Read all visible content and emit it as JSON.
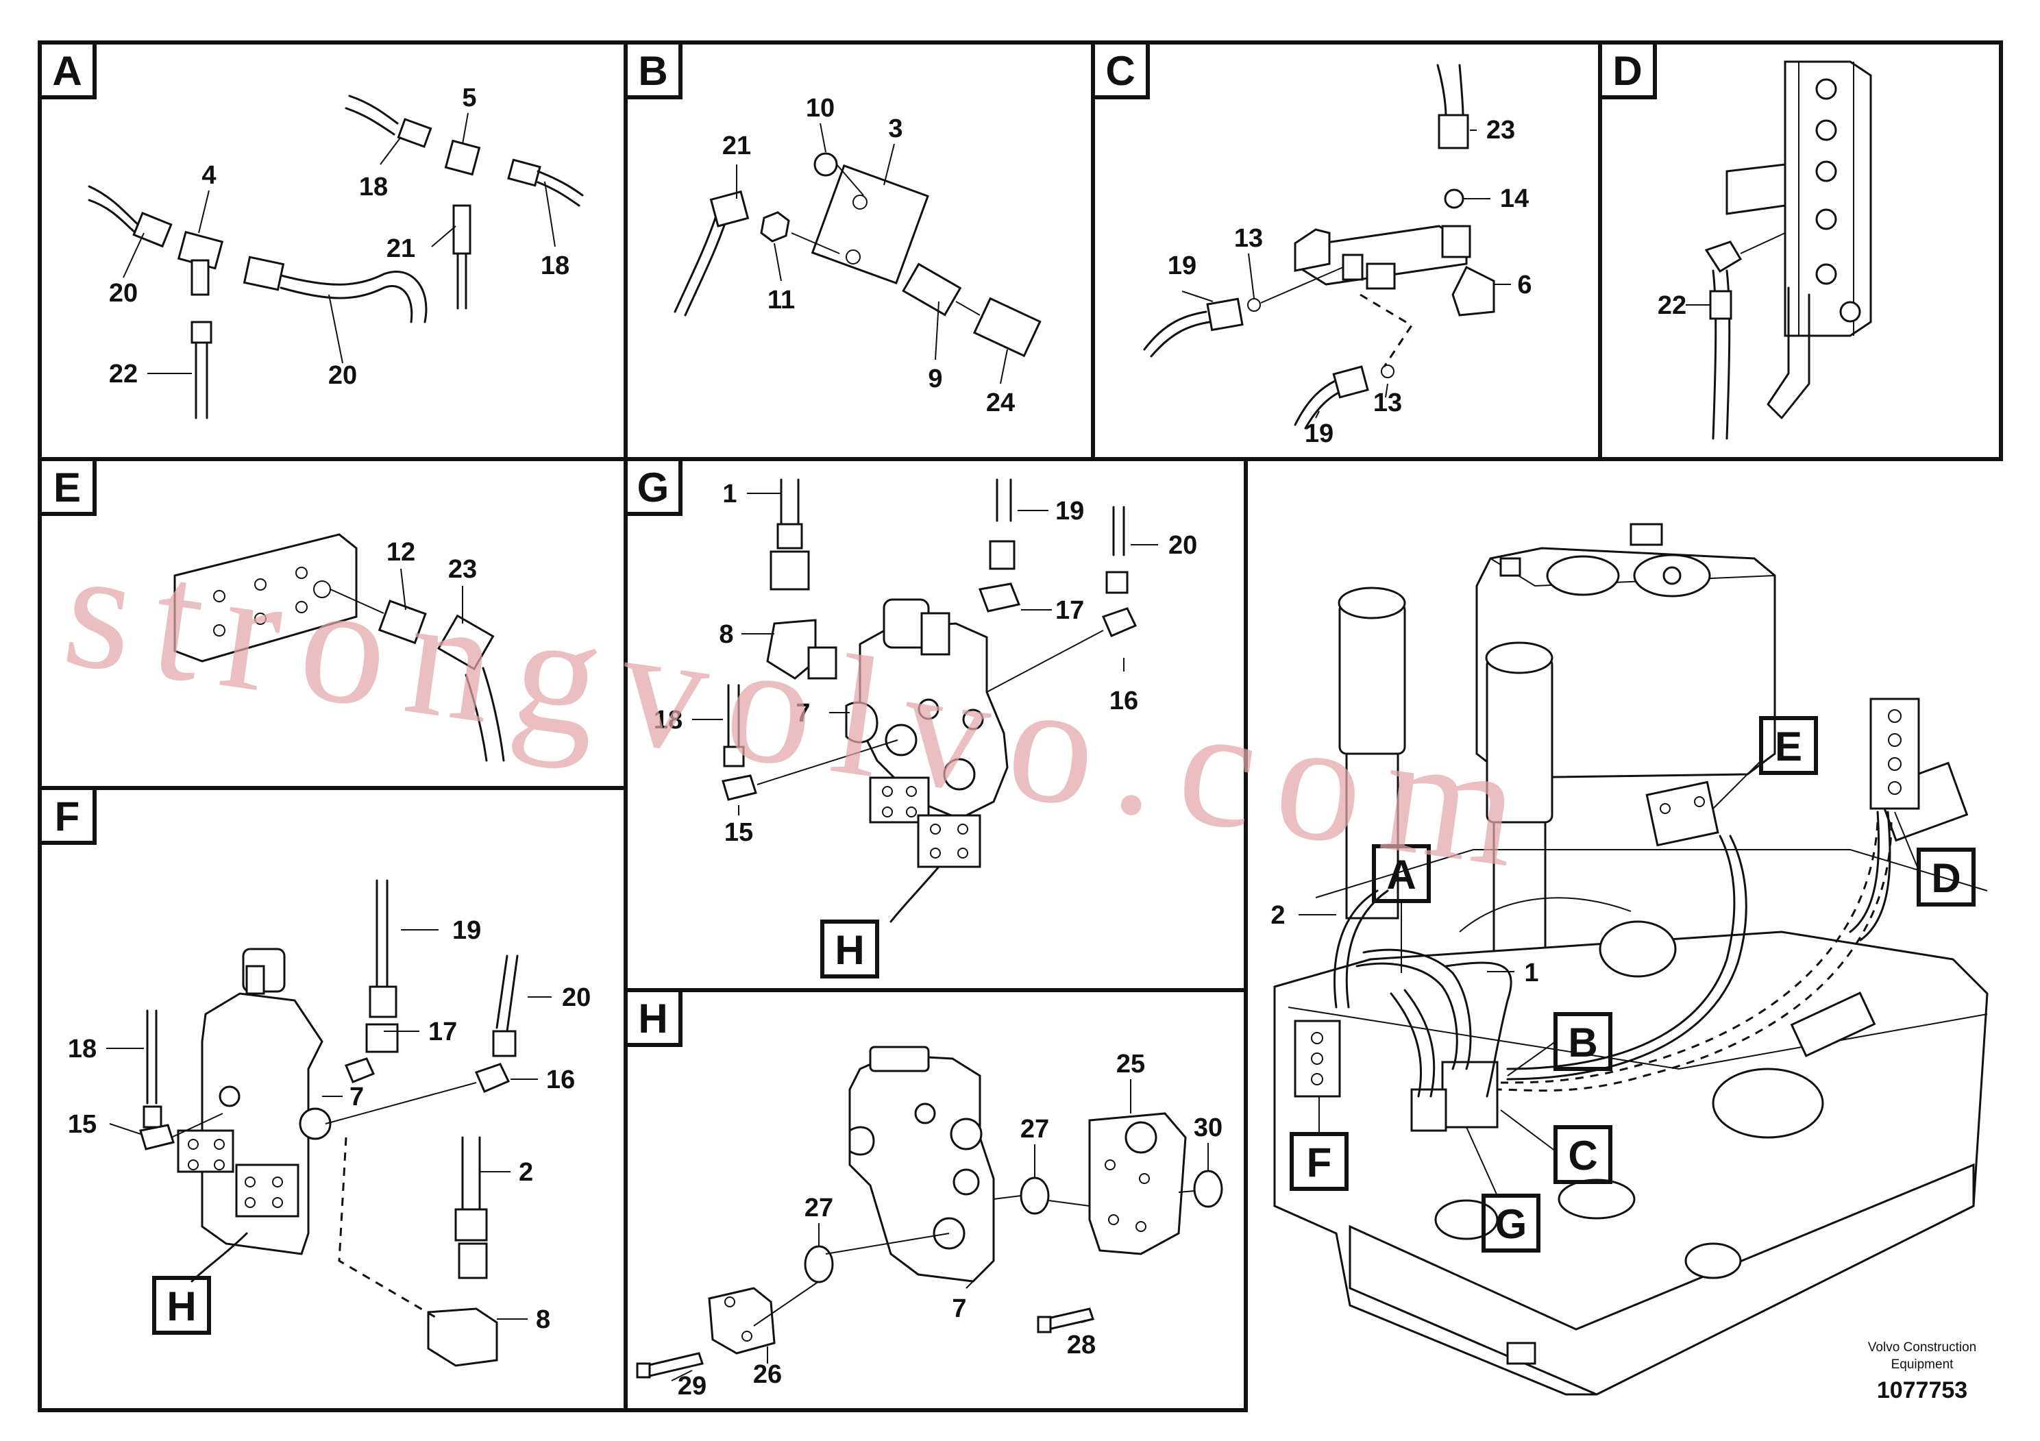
{
  "panels": {
    "A": {
      "label": "A",
      "callouts": [
        "4",
        "5",
        "18",
        "18",
        "20",
        "20",
        "21",
        "22"
      ]
    },
    "B": {
      "label": "B",
      "callouts": [
        "10",
        "3",
        "21",
        "11",
        "9",
        "24"
      ]
    },
    "C": {
      "label": "C",
      "callouts": [
        "23",
        "14",
        "13",
        "19",
        "6",
        "13",
        "19"
      ]
    },
    "D": {
      "label": "D",
      "callouts": [
        "22"
      ]
    },
    "E": {
      "label": "E",
      "callouts": [
        "12",
        "23"
      ]
    },
    "F": {
      "label": "F",
      "callouts": [
        "19",
        "20",
        "18",
        "17",
        "16",
        "15",
        "7",
        "2",
        "8"
      ],
      "ref": "H"
    },
    "G": {
      "label": "G",
      "callouts": [
        "1",
        "19",
        "20",
        "17",
        "8",
        "16",
        "7",
        "18",
        "15"
      ],
      "ref": "H"
    },
    "H": {
      "label": "H",
      "callouts": [
        "25",
        "27",
        "30",
        "27",
        "7",
        "28",
        "29",
        "26"
      ]
    },
    "overview": {
      "callouts": [
        "2",
        "1"
      ],
      "refs": [
        "A",
        "B",
        "C",
        "D",
        "E",
        "F",
        "G"
      ]
    }
  },
  "watermark": "strongvolvo.com",
  "footer": {
    "maker_line1": "Volvo Construction",
    "maker_line2": "Equipment",
    "doc_number": "1077753"
  }
}
